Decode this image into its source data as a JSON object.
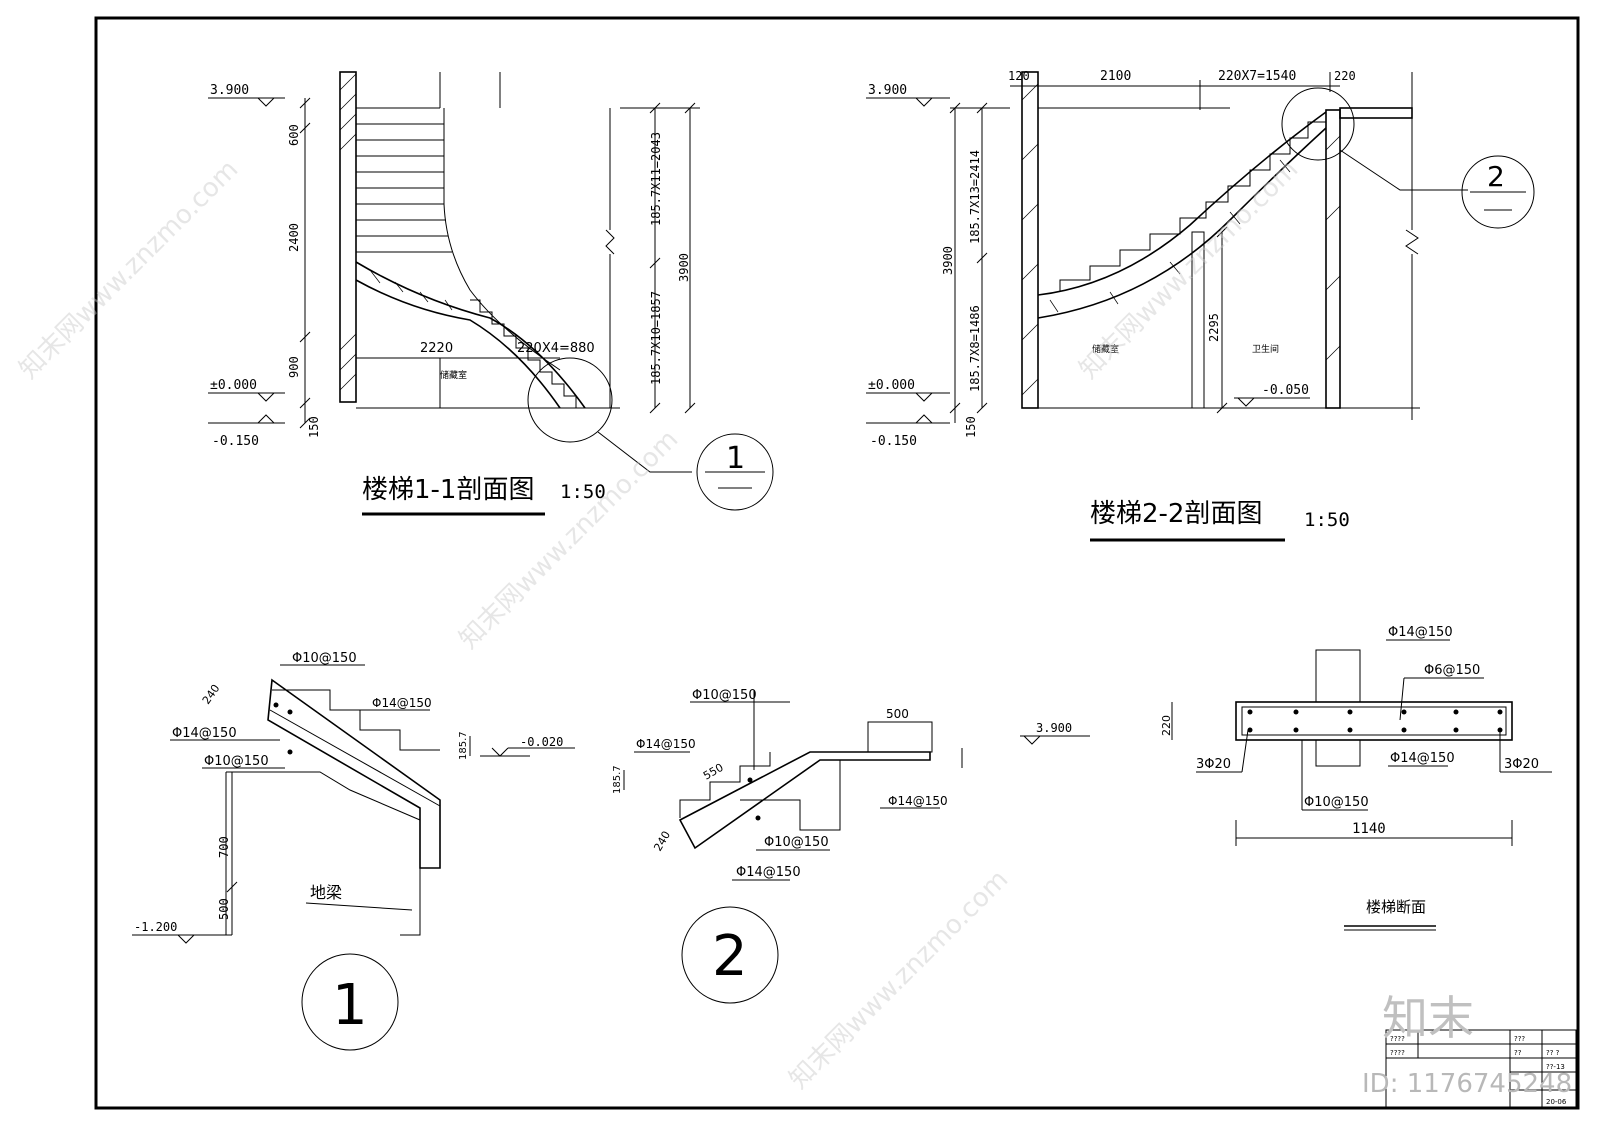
{
  "sec1": {
    "title": "楼梯1-1剖面图",
    "scale": "1:50",
    "lv_top": "3.900",
    "lv_zero": "±0.000",
    "lv_low": "-0.150",
    "dim_600": "600",
    "dim_2400": "2400",
    "dim_900": "900",
    "dim_150": "150",
    "dim_2220": "2220",
    "dim_steps": "220X4=880",
    "dim_run1": "185.7X11=2043",
    "dim_run2": "185.7X10=1857",
    "dim_3900": "3900",
    "room": "储藏室",
    "callout": "1"
  },
  "sec2": {
    "title": "楼梯2-2剖面图",
    "scale": "1:50",
    "lv_top": "3.900",
    "lv_zero": "±0.000",
    "lv_low": "-0.150",
    "lv_bath": "-0.050",
    "dim_120": "120",
    "dim_2100": "2100",
    "dim_steps": "220X7=1540",
    "dim_220": "220",
    "dim_3900": "3900",
    "dim_run1": "185.7X13=2414",
    "dim_run2": "185.7X8=1486",
    "dim_150": "150",
    "dim_2295": "2295",
    "room1": "储藏室",
    "room2": "卫生间",
    "callout": "2"
  },
  "d1": {
    "r1": "Φ10@150",
    "r2": "Φ14@150",
    "r3": "Φ14@150",
    "r4": "Φ10@150",
    "dim_240": "240",
    "dim_1857": "185.7",
    "lv": "-0.020",
    "dim_700": "700",
    "dim_500": "500",
    "lv_low": "-1.200",
    "beam": "地梁",
    "num": "1"
  },
  "d2": {
    "r1": "Φ10@150",
    "r2": "Φ14@150",
    "dim_550": "550",
    "dim_1857": "185.7",
    "dim_500": "500",
    "lv": "3.900",
    "r3": "Φ14@150",
    "r4": "Φ10@150",
    "r5": "Φ14@150",
    "dim_240": "240",
    "num": "2"
  },
  "d3": {
    "r_top": "Φ14@150",
    "r_stir": "Φ6@150",
    "dim_220": "220",
    "left": "3Φ20",
    "right": "3Φ20",
    "r_mid": "Φ14@150",
    "r_bot": "Φ10@150",
    "dim_1140": "1140",
    "title": "楼梯断面"
  },
  "titleblock": {
    "c1": "????",
    "c2": "????",
    "c3": "???",
    "c4": "??",
    "c5": "??-13",
    "c6": "20-06",
    "c7": "?? ?"
  },
  "watermark": {
    "logo": "知末",
    "id": "ID: 1176745248",
    "site": "知末网www.znzmo.com"
  }
}
